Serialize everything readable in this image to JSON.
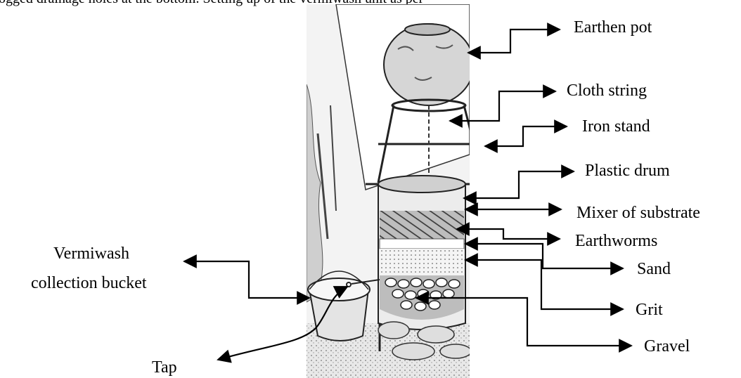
{
  "caption_fragment": "ogged drainage holes at the bottom.   Setting up of the vermiwash unit as per",
  "labels": {
    "earthen_pot": "Earthen pot",
    "cloth_string": "Cloth string",
    "iron_stand": "Iron stand",
    "plastic_drum": "Plastic drum",
    "mixer_of_substrate": "Mixer of substrate",
    "earthworms": "Earthworms",
    "sand": "Sand",
    "grit": "Grit",
    "gravel": "Gravel",
    "vermiwash_line1": "Vermiwash",
    "vermiwash_line2": "collection bucket",
    "tap": "Tap"
  },
  "colors": {
    "ink": "#000000",
    "photo_bg": "#f2f2f2",
    "ground": "#d9d9d9"
  }
}
